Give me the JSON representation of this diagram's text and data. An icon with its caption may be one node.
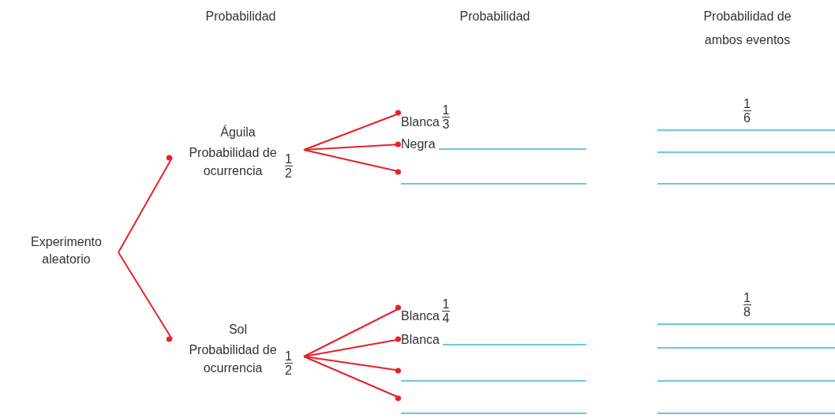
{
  "diagram": {
    "nodes": [
      {
        "text": [
          "Experimento aleatorio"
        ]
      },
      {
        "text": [
          "Águila",
          "Probabilidad de ocurrencia",
          "1",
          "2"
        ]
      },
      {
        "text": [
          "Blanca",
          "1",
          "3"
        ]
      },
      {
        "text": [
          "Negra"
        ]
      },
      {
        "text": [],
        "shape": "line"
      },
      {
        "text": [
          "Sol",
          "Probabilidad de ocurrencia",
          "1",
          "2"
        ]
      },
      {
        "text": [
          "Blanca",
          "1",
          "4"
        ]
      },
      {
        "text": [
          "Blanca"
        ]
      },
      {
        "text": [],
        "shape": "line"
      },
      {
        "text": [],
        "shape": "line"
      }
    ],
    "edges": [
      {
        "from": 0,
        "to": 1,
        "arrow": "other"
      },
      {
        "from": 0,
        "to": 5,
        "arrow": "other"
      },
      {
        "from": 1,
        "to": 2,
        "arrow": "other"
      },
      {
        "from": 1,
        "to": 3,
        "arrow": "other"
      },
      {
        "from": 1,
        "to": 4,
        "arrow": "other"
      },
      {
        "from": 5,
        "to": 6,
        "arrow": "other"
      },
      {
        "from": 5,
        "to": 7,
        "arrow": "other"
      },
      {
        "from": 5,
        "to": 8,
        "arrow": "other"
      },
      {
        "from": 5,
        "to": 9,
        "arrow": "other"
      }
    ],
    "labels": [
      "Probabilidad",
      "Probabilidad",
      "Probabilidad de ambos eventos",
      "1",
      "6",
      "1",
      "8"
    ]
  }
}
